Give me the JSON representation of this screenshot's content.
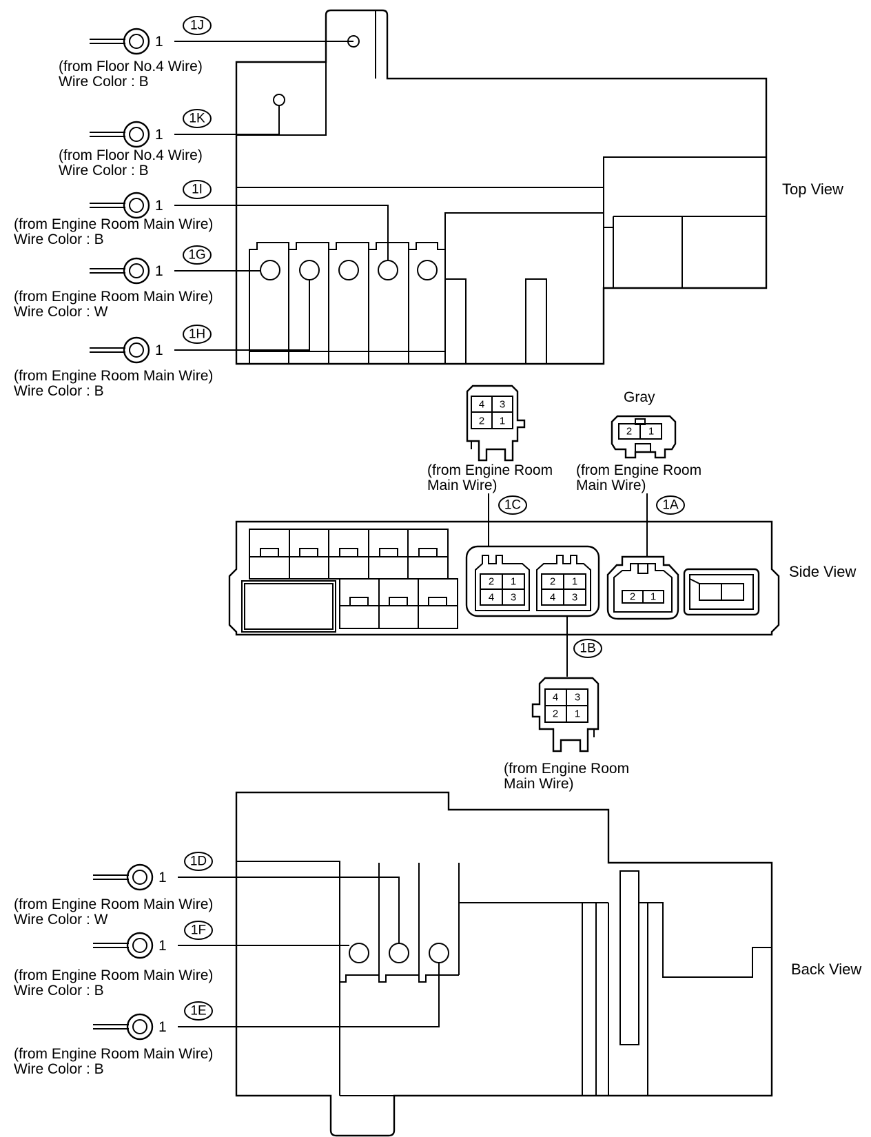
{
  "views": {
    "top": "Top View",
    "side": "Side View",
    "back": "Back View"
  },
  "terminals": [
    {
      "code": "1J",
      "pin": "1",
      "source": "(from Floor No.4 Wire)",
      "color": "Wire Color : B"
    },
    {
      "code": "1K",
      "pin": "1",
      "source": "(from Floor No.4 Wire)",
      "color": "Wire Color : B"
    },
    {
      "code": "1I",
      "pin": "1",
      "source": "(from Engine Room Main Wire)",
      "color": "Wire Color : B"
    },
    {
      "code": "1G",
      "pin": "1",
      "source": "(from Engine Room Main Wire)",
      "color": "Wire Color : W"
    },
    {
      "code": "1H",
      "pin": "1",
      "source": "(from Engine Room Main Wire)",
      "color": "Wire Color : B"
    },
    {
      "code": "1D",
      "pin": "1",
      "source": "(from Engine Room Main Wire)",
      "color": "Wire Color : W"
    },
    {
      "code": "1F",
      "pin": "1",
      "source": "(from Engine Room Main Wire)",
      "color": "Wire Color : B"
    },
    {
      "code": "1E",
      "pin": "1",
      "source": "(from Engine Room Main Wire)",
      "color": "Wire Color : B"
    }
  ],
  "connectors": {
    "c1C": {
      "code": "1C",
      "source_line1": "(from Engine Room",
      "source_line2": "Main Wire)",
      "pins_top": [
        "4",
        "3"
      ],
      "pins_bottom": [
        "2",
        "1"
      ]
    },
    "c1A": {
      "code": "1A",
      "color": "Gray",
      "source_line1": "(from Engine Room",
      "source_line2": "Main Wire)",
      "pins": [
        "2",
        "1"
      ]
    },
    "c1B": {
      "code": "1B",
      "source_line1": "(from Engine Room",
      "source_line2": "Main Wire)",
      "pins_top": [
        "4",
        "3"
      ],
      "pins_bottom": [
        "2",
        "1"
      ]
    },
    "side_socket_left": {
      "pins_top": [
        "2",
        "1"
      ],
      "pins_bottom": [
        "4",
        "3"
      ]
    },
    "side_socket_right": {
      "pins_top": [
        "2",
        "1"
      ],
      "pins_bottom": [
        "4",
        "3"
      ]
    },
    "side_socket_1a": {
      "pins": [
        "2",
        "1"
      ]
    }
  }
}
